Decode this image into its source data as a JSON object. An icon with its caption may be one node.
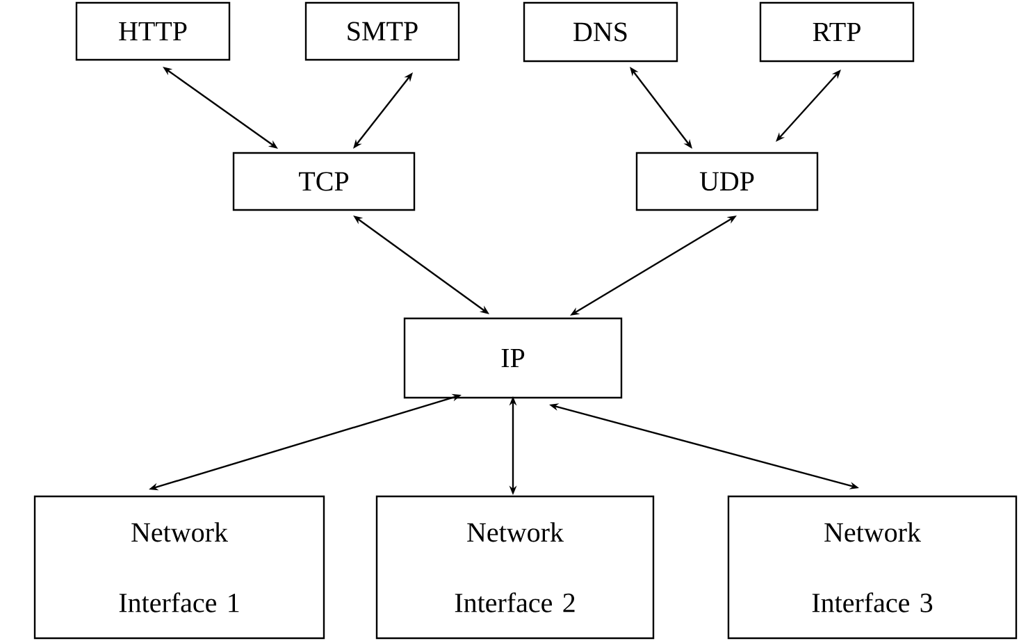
{
  "diagram": {
    "nodes": [
      {
        "text": [
          "HTTP"
        ]
      },
      {
        "text": [
          "SMTP"
        ]
      },
      {
        "text": [
          "DNS"
        ]
      },
      {
        "text": [
          "RTP"
        ]
      },
      {
        "text": [
          "TCP"
        ]
      },
      {
        "text": [
          "UDP"
        ]
      },
      {
        "text": [
          "IP"
        ]
      },
      {
        "text": [
          "Network Interface 1"
        ]
      },
      {
        "text": [
          "Network Interface 2"
        ]
      },
      {
        "text": [
          "Network Interface 3"
        ]
      }
    ],
    "edges": [
      {
        "from": 0,
        "to": 4,
        "arrow": "both"
      },
      {
        "from": 1,
        "to": 4,
        "arrow": "both"
      },
      {
        "from": 2,
        "to": 5,
        "arrow": "both"
      },
      {
        "from": 3,
        "to": 5,
        "arrow": "both"
      },
      {
        "from": 4,
        "to": 6,
        "arrow": "both"
      },
      {
        "from": 5,
        "to": 6,
        "arrow": "both"
      },
      {
        "from": 6,
        "to": 7,
        "arrow": "both"
      },
      {
        "from": 6,
        "to": 8,
        "arrow": "both"
      },
      {
        "from": 6,
        "to": 9,
        "arrow": "both"
      }
    ]
  }
}
